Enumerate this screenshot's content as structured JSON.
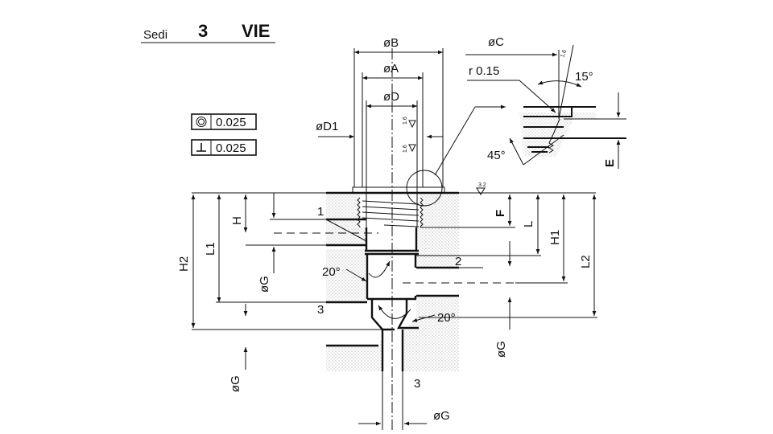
{
  "title": {
    "label": "Sedi",
    "count": "3",
    "suffix": "VIE"
  },
  "tolerances": [
    {
      "symbol": "concentricity",
      "value": "0.025"
    },
    {
      "symbol": "perpendicularity",
      "value": "0.025"
    }
  ],
  "dimensions": {
    "dB": "øB",
    "dA": "øA",
    "dD": "øD",
    "dD1": "øD1",
    "dC": "øC",
    "radius": "r  0.15",
    "angle15": "15°",
    "angle45": "45°",
    "E": "E",
    "H": "H",
    "L1": "L1",
    "H2": "H2",
    "G_left": "øG",
    "G_left_bottom": "øG",
    "F": "F",
    "L": "L",
    "H1": "H1",
    "L2": "L2",
    "G_right": "øG",
    "G_bottom": "øG",
    "angle20_left": "20°",
    "angle20_right": "20°"
  },
  "roughness": [
    "1.6",
    "1.6",
    "1.6",
    "3.2"
  ],
  "ports": {
    "p1": "1",
    "p2": "2",
    "p3": "3",
    "p3_bottom": "3"
  }
}
